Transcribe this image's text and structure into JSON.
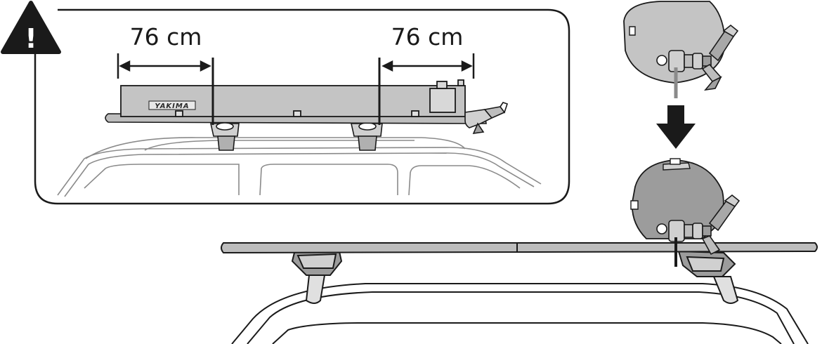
{
  "warning": {
    "symbol": "!",
    "icon": "warning-triangle-icon"
  },
  "inset": {
    "dimension_left": "76 cm",
    "dimension_right": "76 cm",
    "brand_label": "YAKIMA"
  },
  "colors": {
    "outline": "#1a1a1a",
    "tank_fill": "#c4c4c4",
    "tank_fill_dark": "#9c9c9c",
    "bar_fill": "#bdbdbd",
    "car_line": "#8a8a8a",
    "arrow_fill": "#1a1a1a"
  }
}
